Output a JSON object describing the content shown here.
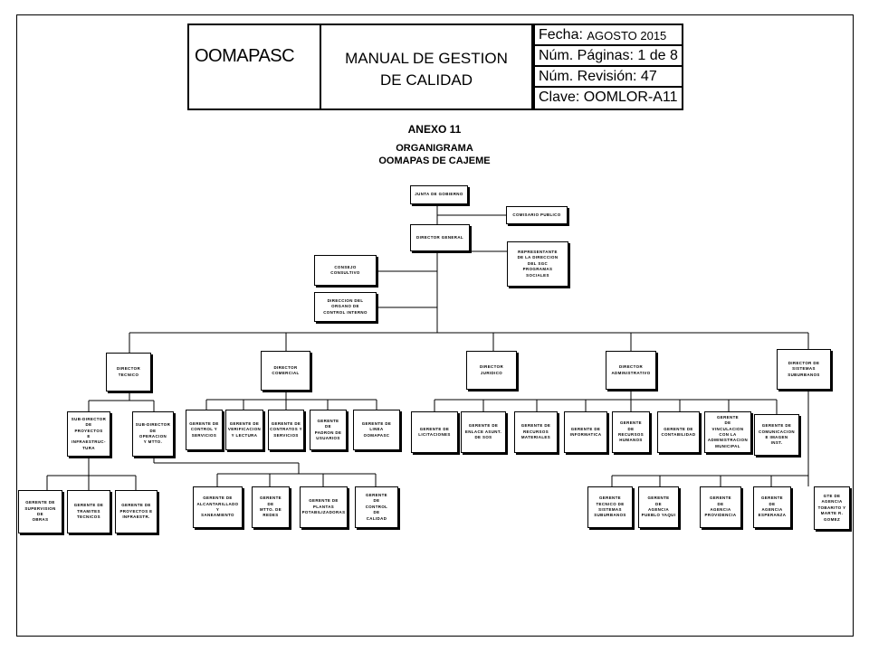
{
  "header": {
    "org": "OOMAPASC",
    "manual_line1": "MANUAL DE GESTION",
    "manual_line2": "DE CALIDAD",
    "fecha_label": "Fecha:",
    "fecha_value": "AGOSTO 2015",
    "paginas": "Núm. Páginas: 1 de 8",
    "revision": "Núm. Revisión: 47",
    "clave": "Clave: OOMLOR-A11"
  },
  "title": {
    "anexo": "ANEXO 11",
    "line1": "ORGANIGRAMA",
    "line2": "OOMAPAS DE CAJEME"
  },
  "nodes": {
    "junta": "JUNTA DE GOBIERNO",
    "comisario": "COMISARIO PUBLICO",
    "director_general": "DIRECTOR GENERAL",
    "representante": "REPRESENTANTE\nDE LA DIRECCION\nDEL SGC\nPROGRAMAS\nSOCIALES",
    "consejo": "CONSEJO\nCONSULTIVO",
    "control_interno": "DIRECCION DEL\nORGANO DE\nCONTROL INTERNO",
    "dir_tecnico": "DIRECTOR\nTECNICO",
    "dir_comercial": "DIRECTOR\nCOMERCIAL",
    "dir_juridico": "DIRECTOR\nJURIDICO",
    "dir_admin": "DIRECTOR\nADMINISTRATIVO",
    "dir_sistemas": "DIRECTOR DE\nSISTEMAS\nSUBURBANOS",
    "sub_proyectos": "SUB-DIRECTOR\nDE\nPROYECTOS\nE\nINFRAESTRUC-\nTURA",
    "sub_operacion": "SUB-DIRECTOR\nDE\nOPERACION\nY MTTO.",
    "g_supervision": "GERENTE DE\nSUPERVISION\nDE\nOBRAS",
    "g_tramites": "GERENTE DE\nTRAMITES\nTECNICOS",
    "g_proyectos": "GERENTE DE\nPROYECTOS E\nINFRAESTR.",
    "g_alcantarillado": "GERENTE DE\nALCANTARILLADO\nY\nSANEAMIENTO",
    "g_mtto_redes": "GERENTE\nDE\nMTTO. DE\nREDES",
    "g_plantas": "GERENTE DE\nPLANTAS\nPOTABILIZADORAS",
    "g_calidad": "GERENTE\nDE\nCONTROL\nDE\nCALIDAD",
    "g_control_servicios": "GERENTE DE\nCONTROL Y\nSERVICIOS",
    "g_verificacion": "GERENTE DE\nVERIFICACION\nY LECTURA",
    "g_contratos": "GERENTE DE\nCONTRATOS Y\nSERVICIOS",
    "g_padron": "GERENTE\nDE\nPADRON DE\nUSUARIOS",
    "g_linea": "GERENTE DE\nLINEA\nOOMAPASC",
    "g_licitaciones": "GERENTE DE\nLICITACIONES",
    "g_enlace": "GERENTE DE\nENLACE ASUNT.\nDE SOS",
    "g_materiales": "GERENTE DE\nRECURSOS\nMATERIALES",
    "g_informatica": "GERENTE DE\nINFORMATICA",
    "g_humanos": "GERENTE\nDE\nRECURSOS\nHUMANOS",
    "g_contabilidad": "GERENTE DE\nCONTABILIDAD",
    "g_vinculacion": "GERENTE\nDE\nVINCULACION\nCON LA\nADMINISTRACION\nMUNICIPAL",
    "g_comunicacion": "GERENTE DE\nCOMUNICACION\nE IMAGEN\nINST.",
    "g_tecnico_sistemas": "GERENTE\nTECNICO DE\nSISTEMAS\nSUBURBANOS",
    "g_pueblo_yaqui": "GERENTE\nDE\nAGENCIA\nPUEBLO YAQUI",
    "g_providencia": "GERENTE\nDE\nAGENCIA\nPROVIDENCIA",
    "g_esperanza": "GERENTE\nDE\nAGENCIA\nESPERANZA",
    "g_tobarito": "GTE DE\nAGENCIA\nTOBARITO y\nMARTE R.\nGOMEZ"
  }
}
